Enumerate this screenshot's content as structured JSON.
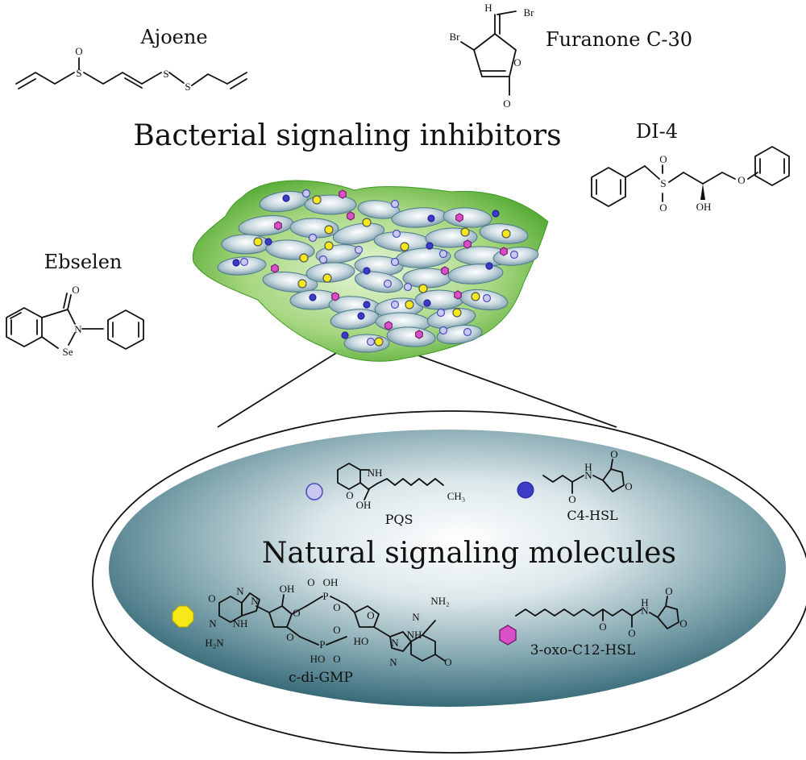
{
  "title": "Bacterial signaling inhibitors",
  "subtitle": "Natural signaling molecules",
  "inhibitors": {
    "ajoene": "Ajoene",
    "furanone": "Furanone C-30",
    "di4": "DI-4",
    "ebselen": "Ebselen"
  },
  "signals": {
    "pqs": "PQS",
    "c4hsl": "C4-HSL",
    "cdigmp": "c-di-GMP",
    "oxo": "3-oxo-C12-HSL"
  },
  "atoms": {
    "S": "S",
    "O": "O",
    "Br": "Br",
    "H": "H",
    "OH": "OH",
    "HO": "HO",
    "N": "N",
    "NH": "NH",
    "H2N": "H₂N",
    "NH2": "NH₂",
    "Se": "Se",
    "P": "P",
    "CH3": "CH₃"
  },
  "colors": {
    "pqs_fill": "#c9c9f0",
    "c4hsl_fill": "#3b3bc4",
    "cdigmp_fill": "#f7e81a",
    "oxo_fill": "#d94fc8",
    "biofilm_green": "#5db33a",
    "cell_blue": "#9fb9c7",
    "zoom_dark": "#2f6472"
  }
}
